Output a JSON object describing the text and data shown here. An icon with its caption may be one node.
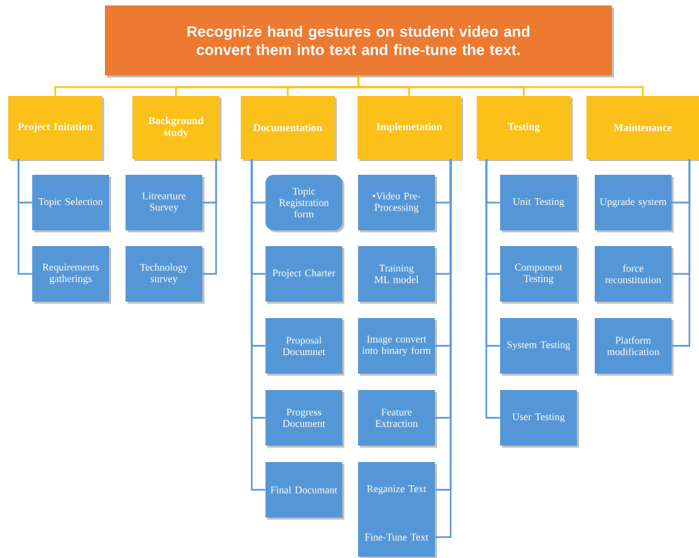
{
  "diagram": {
    "nodes": [
      {
        "text": [
          "Recognize hand gestures on student video and convert them into text and fine-tune the text."
        ]
      },
      {
        "text": [
          "Project Initation"
        ]
      },
      {
        "text": [
          "Background study"
        ]
      },
      {
        "text": [
          "Documentation"
        ]
      },
      {
        "text": [
          "Implemetation"
        ]
      },
      {
        "text": [
          "Testing"
        ]
      },
      {
        "text": [
          "Maintenance"
        ]
      },
      {
        "text": [
          "Topic Selection"
        ]
      },
      {
        "text": [
          "Requirements gatherings"
        ]
      },
      {
        "text": [
          "Litrearture Survey"
        ]
      },
      {
        "text": [
          "Technology survey"
        ]
      },
      {
        "text": [
          "Topic Registration form"
        ]
      },
      {
        "text": [
          "Project Charter"
        ]
      },
      {
        "text": [
          "Proposal Documnet"
        ]
      },
      {
        "text": [
          "Progress Document"
        ]
      },
      {
        "text": [
          "Final Documant"
        ]
      },
      {
        "text": [
          "•Video Pre-Processing"
        ]
      },
      {
        "text": [
          "Training ML model"
        ]
      },
      {
        "text": [
          "Image convert into binary form"
        ]
      },
      {
        "text": [
          "Feature Extraction"
        ]
      },
      {
        "text": [
          "Reganize Text"
        ]
      },
      {
        "text": [
          "Fine-Tune Text"
        ]
      },
      {
        "text": [
          "Unit Testing"
        ]
      },
      {
        "text": [
          "Component Testing"
        ]
      },
      {
        "text": [
          "System Testing"
        ]
      },
      {
        "text": [
          "User Testing"
        ]
      },
      {
        "text": [
          "Upgrade system"
        ]
      },
      {
        "text": [
          "force reconstitution"
        ]
      },
      {
        "text": [
          "Platform modification"
        ]
      }
    ],
    "edges": [
      {
        "from": 0,
        "to": 1,
        "arrow": "none",
        "color": "#ffc000"
      },
      {
        "from": 0,
        "to": 2,
        "arrow": "none",
        "color": "#ffc000"
      },
      {
        "from": 0,
        "to": 3,
        "arrow": "none",
        "color": "#ffc000"
      },
      {
        "from": 0,
        "to": 4,
        "arrow": "none",
        "color": "#ffc000"
      },
      {
        "from": 0,
        "to": 5,
        "arrow": "none",
        "color": "#ffc000"
      },
      {
        "from": 0,
        "to": 6,
        "arrow": "none",
        "color": "#ffc000"
      },
      {
        "from": 1,
        "to": 7,
        "arrow": "none"
      },
      {
        "from": 1,
        "to": 8,
        "arrow": "none"
      },
      {
        "from": 2,
        "to": 9,
        "arrow": "none"
      },
      {
        "from": 2,
        "to": 10,
        "arrow": "none"
      },
      {
        "from": 3,
        "to": 11,
        "arrow": "none"
      },
      {
        "from": 3,
        "to": 12,
        "arrow": "none"
      },
      {
        "from": 3,
        "to": 13,
        "arrow": "none"
      },
      {
        "from": 3,
        "to": 14,
        "arrow": "none"
      },
      {
        "from": 3,
        "to": 15,
        "arrow": "none"
      },
      {
        "from": 4,
        "to": 16,
        "arrow": "none"
      },
      {
        "from": 4,
        "to": 17,
        "arrow": "none"
      },
      {
        "from": 4,
        "to": 18,
        "arrow": "none"
      },
      {
        "from": 4,
        "to": 19,
        "arrow": "none"
      },
      {
        "from": 4,
        "to": 20,
        "arrow": "none"
      },
      {
        "from": 4,
        "to": 21,
        "arrow": "none"
      },
      {
        "from": 5,
        "to": 22,
        "arrow": "none"
      },
      {
        "from": 5,
        "to": 23,
        "arrow": "none"
      },
      {
        "from": 5,
        "to": 24,
        "arrow": "none"
      },
      {
        "from": 5,
        "to": 25,
        "arrow": "none"
      },
      {
        "from": 6,
        "to": 26,
        "arrow": "none"
      },
      {
        "from": 6,
        "to": 27,
        "arrow": "none"
      },
      {
        "from": 6,
        "to": 28,
        "arrow": "none"
      }
    ]
  }
}
